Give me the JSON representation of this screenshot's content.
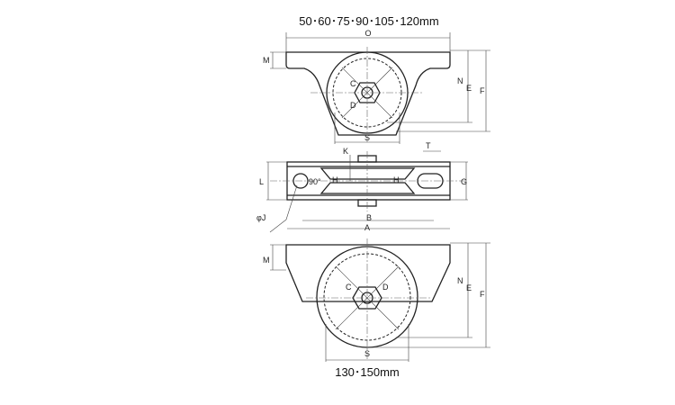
{
  "top_caption": "50･60･75･90･105･120mm",
  "bottom_caption": "130･150mm",
  "labels": {
    "O": "O",
    "M": "M",
    "N": "N",
    "E": "E",
    "F": "F",
    "C": "C",
    "D": "D",
    "S": "S",
    "K": "K",
    "T": "T",
    "L": "L",
    "G": "G",
    "J": "φJ",
    "B": "B",
    "A": "A",
    "angle": "90°",
    "H": "H"
  }
}
